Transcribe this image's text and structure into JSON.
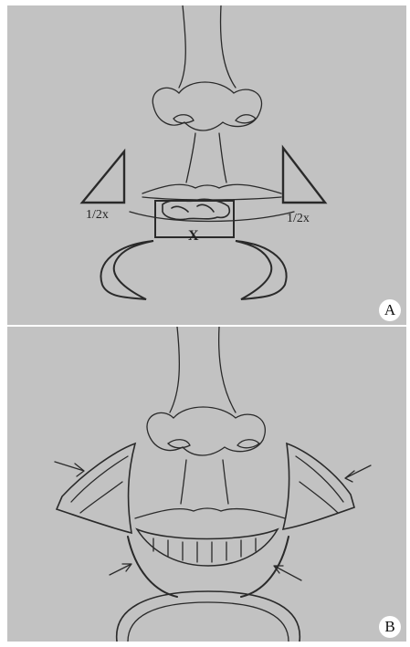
{
  "figure": {
    "panel_a": {
      "label": "A",
      "annotation_left": "1/2x",
      "annotation_right": "1/2x",
      "annotation_bottom": "X"
    },
    "panel_b": {
      "label": "B"
    }
  },
  "colors": {
    "panel_background": "#c2c2c2",
    "line": "#2a2a2a",
    "badge": "#ffffff"
  }
}
